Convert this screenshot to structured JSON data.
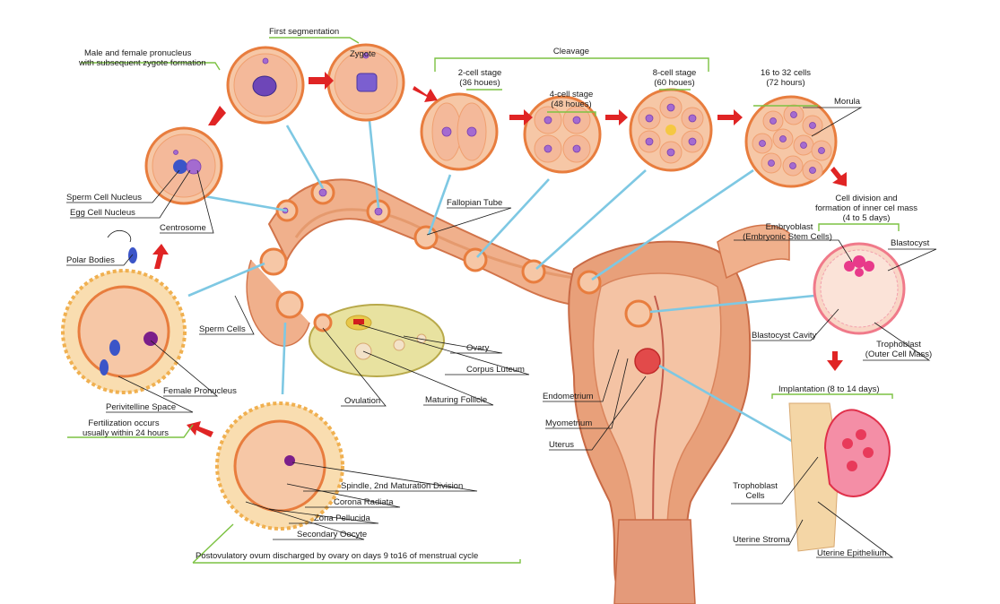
{
  "labels": {
    "first_segmentation": "First segmentation",
    "pronucleus": [
      "Male and female pronucleus",
      "with subsequent zygote formation"
    ],
    "zygote": "Zygote",
    "cleavage": "Cleavage",
    "two_cell": [
      "2-cell stage",
      "(36 houes)"
    ],
    "four_cell": [
      "4-cell stage",
      "(48 houes)"
    ],
    "eight_cell": [
      "8-cell stage",
      "(60 houes)"
    ],
    "sixteen_cell": [
      "16 to 32 cells",
      "(72 hours)"
    ],
    "morula": "Morula",
    "cell_division": [
      "Cell division and",
      "formation of inner cel mass",
      "(4 to 5 days)"
    ],
    "embryoblast": [
      "Embryoblast",
      "(Embryonic Stem Cells)"
    ],
    "blastocyst": "Blastocyst",
    "blastocyst_cavity": "Blastocyst Cavity",
    "trophoblast": [
      "Trophoblast",
      "(Outer Cell Mass)"
    ],
    "implantation": "Implantation (8 to 14 days)",
    "trophoblast_cells": [
      "Trophoblast",
      "Cells"
    ],
    "uterine_stroma": "Uterine Stroma",
    "uterine_epithelium": "Uterine Epithelium",
    "sperm_cell_nucleus": "Sperm Cell Nucleus",
    "egg_cell_nucleus": "Egg Cell Nucleus",
    "centrosome": "Centrosome",
    "polar_bodies": "Polar Bodies",
    "sperm_cells": "Sperm Cells",
    "female_pronucleus": "Female Pronucleus",
    "perivitelline_space": "Perivitelline Space",
    "fertilization": [
      "Fertilization occurs",
      "usually within 24 hours"
    ],
    "fallopian_tube": "Fallopian Tube",
    "ovary": "Ovary",
    "corpus_luteum": "Corpus Luteum",
    "maturing_follicle": "Maturing Follicle",
    "ovulation": "Ovulation",
    "endometrium": "Endometrium",
    "myometrium": "Myometrium",
    "uterus": "Uterus",
    "spindle": "Spindle, 2nd Maturation Division",
    "corona_radiata": "Corona Radiata",
    "zona_pellucida": "Zona Pellucida",
    "secondary_oocyte": "Secondary Oocyte",
    "postovulatory": "Postovulatory ovum discharged by ovary on days 9 to16 of menstrual cycle"
  },
  "colors": {
    "cell_fill": "#f6c7a6",
    "cell_border": "#e87d3e",
    "nucleus": "#a46bd0",
    "leader_line": "#7ec8e3",
    "bracket": "#7cc242",
    "arrow": "#e02424",
    "tissue": "#e8a07a"
  }
}
